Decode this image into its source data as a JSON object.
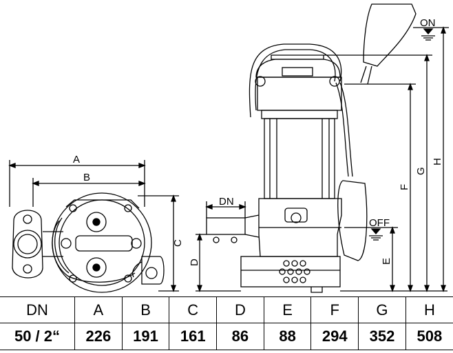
{
  "labels": {
    "A": "A",
    "B": "B",
    "C": "C",
    "D": "D",
    "E": "E",
    "F": "F",
    "G": "G",
    "H": "H",
    "DN": "DN",
    "ON": "ON",
    "OFF": "OFF"
  },
  "table": {
    "headers": [
      "DN",
      "A",
      "B",
      "C",
      "D",
      "E",
      "F",
      "G",
      "H"
    ],
    "values": [
      "50 / 2“",
      "226",
      "191",
      "161",
      "86",
      "88",
      "294",
      "352",
      "508"
    ]
  },
  "colors": {
    "line": "#000000",
    "background": "#ffffff"
  }
}
